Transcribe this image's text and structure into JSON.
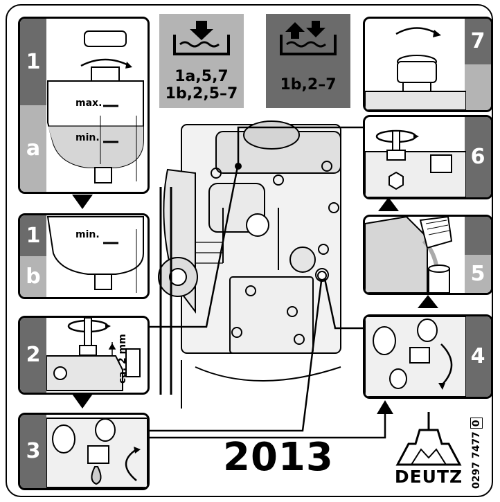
{
  "sticker": {
    "steps": {
      "s1a": {
        "number": "1",
        "letter": "a"
      },
      "s1b": {
        "number": "1",
        "letter": "b"
      },
      "s2": {
        "number": "2"
      },
      "s3": {
        "number": "3"
      },
      "s4": {
        "number": "4"
      },
      "s5": {
        "number": "5"
      },
      "s6": {
        "number": "6"
      },
      "s7": {
        "number": "7"
      }
    },
    "tank_labels": {
      "max": "max.",
      "min": "min."
    },
    "gap_label": "ca. 2 mm",
    "legend_drain": {
      "line1": "1a,5,7",
      "line2": "1b,2,5–7",
      "icon": "drain-arrow-down-icon"
    },
    "legend_fill": {
      "line1": "1b,2–7",
      "icon": "fill-arrows-up-down-icon"
    },
    "year": "2013",
    "part_number": "0297 7477",
    "part_revision": "0",
    "brand": "DEUTZ",
    "colors": {
      "tab_dark": "#6b6b6b",
      "tab_light": "#b4b4b4",
      "line": "#000000",
      "coolant_fill": "#d6d6d6"
    }
  }
}
